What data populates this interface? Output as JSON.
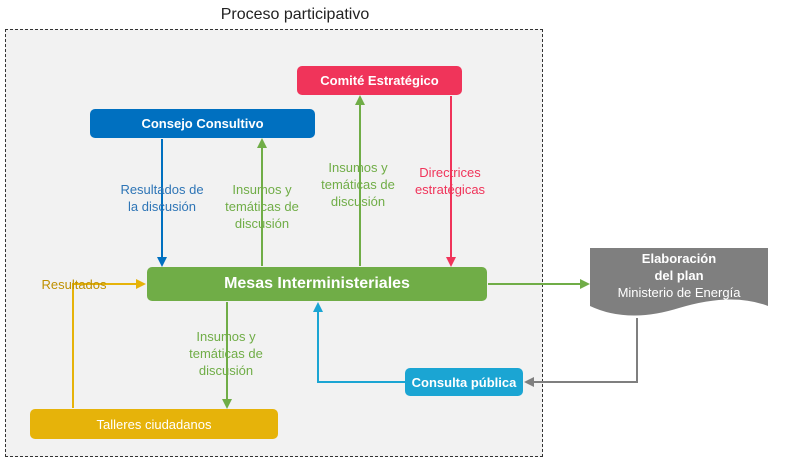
{
  "frame": {
    "title": "Proceso participativo"
  },
  "nodes": {
    "comite": "Comité Estratégico",
    "consejo": "Consejo Consultivo",
    "mesas": "Mesas Interministeriales",
    "consulta": "Consulta pública",
    "talleres": "Talleres ciudadanos"
  },
  "document": {
    "line1": "Elaboración",
    "line2": "del plan",
    "line3": "Ministerio de Energía"
  },
  "labels": {
    "resultados_discusion": [
      "Resultados de",
      "la discusión"
    ],
    "insumos_left": [
      "Insumos y",
      "temáticas de",
      "discusión"
    ],
    "insumos_top": [
      "Insumos y",
      "temáticas de",
      "discusión"
    ],
    "directrices": [
      "Directrices",
      "estratégicas"
    ],
    "insumos_bottom": [
      "Insumos y",
      "temáticas de",
      "discusión"
    ],
    "resultados": "Resultados"
  },
  "colors": {
    "comite": "#f0345a",
    "consejo": "#0070c0",
    "mesas": "#70ad47",
    "consulta": "#1ba5d3",
    "talleres": "#e6b30a",
    "document": "#7f7f7f",
    "label_blue": "#2e75b6",
    "label_green": "#70ad47",
    "label_red": "#f0345a",
    "label_gold": "#bf9000"
  }
}
